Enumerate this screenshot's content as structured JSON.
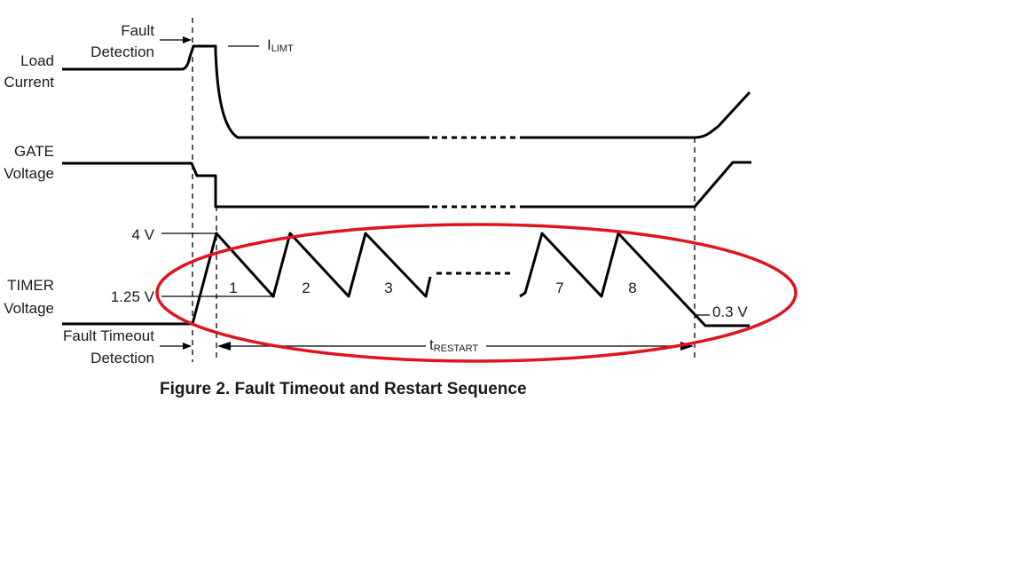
{
  "figure": {
    "caption": "Figure 2. Fault Timeout and Restart Sequence",
    "signals": {
      "load_current_line1": "Load",
      "load_current_line2": "Current",
      "gate_voltage_line1": "GATE",
      "gate_voltage_line2": "Voltage",
      "timer_voltage_line1": "TIMER",
      "timer_voltage_line2": "Voltage"
    },
    "annotations": {
      "fault_detection_line1": "Fault",
      "fault_detection_line2": "Detection",
      "ilimit_main": "I",
      "ilimit_sub": "LIMT",
      "fault_timeout_line1": "Fault Timeout",
      "fault_timeout_line2": "Detection",
      "trestart_main": "t",
      "trestart_sub": "RESTART"
    },
    "timer_levels": {
      "upper": "4 V",
      "middle": "1.25 V",
      "lower": "0.3 V"
    },
    "cycle_labels": [
      "1",
      "2",
      "3",
      "7",
      "8"
    ],
    "highlight": {
      "color": "#e0141e"
    }
  }
}
